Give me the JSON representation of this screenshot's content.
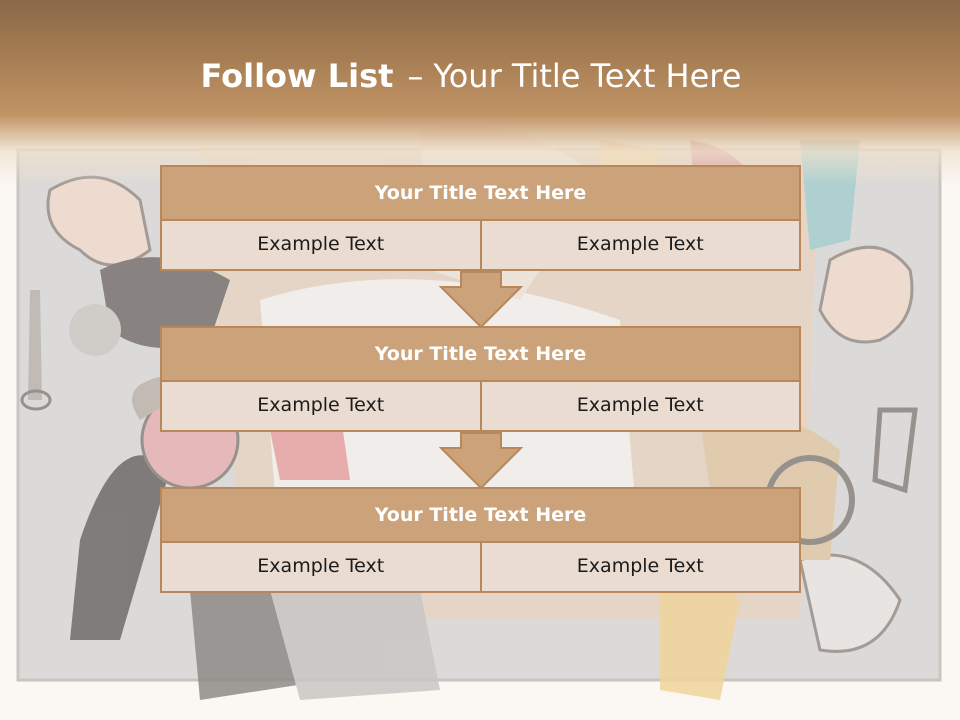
{
  "title": {
    "bold": "Follow List",
    "separator": "–",
    "rest": "Your Title Text Here"
  },
  "blocks": [
    {
      "title": "Your Title Text Here",
      "cells": [
        "Example Text",
        "Example Text"
      ]
    },
    {
      "title": "Your Title Text Here",
      "cells": [
        "Example Text",
        "Example Text"
      ]
    },
    {
      "title": "Your Title Text Here",
      "cells": [
        "Example Text",
        "Example Text"
      ]
    }
  ],
  "colors": {
    "header_band": "#a57c52",
    "block_title_fill": "#cca27a",
    "block_border": "#b8875a",
    "cell_fill": "#ebdcd1",
    "arrow_fill": "#cca27a"
  }
}
